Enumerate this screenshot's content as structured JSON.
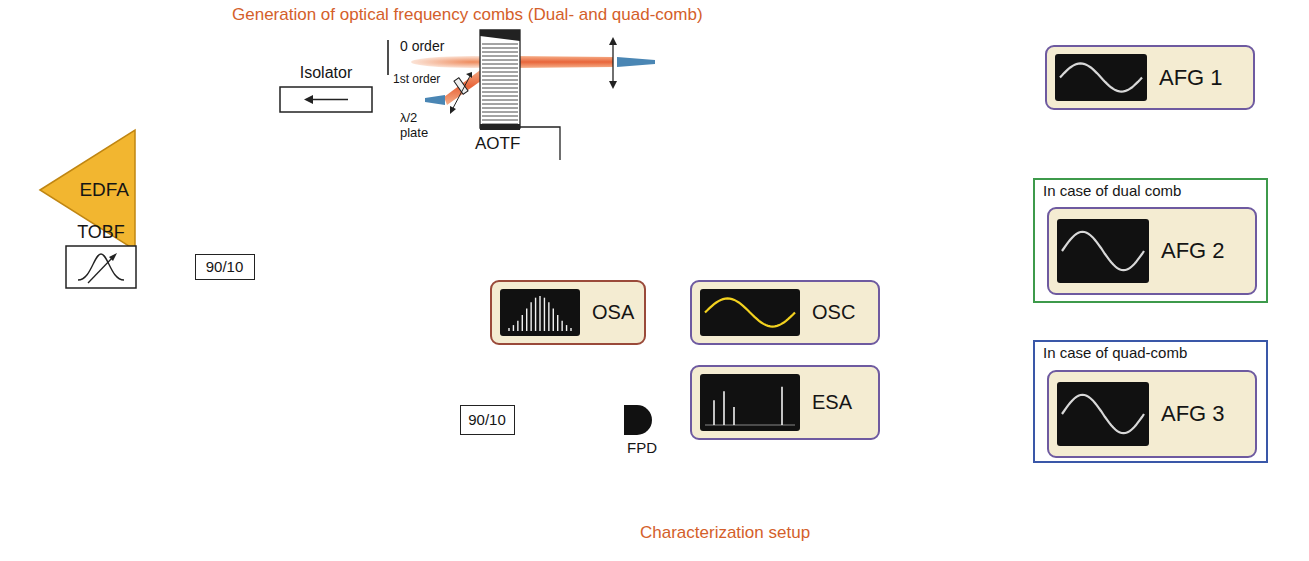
{
  "diagram": {
    "nodes": [
      {
        "text": [
          "Generation of optical frequency combs (Dual- and quad-comb)"
        ]
      },
      {
        "text": [
          "EDFA"
        ],
        "in": 0
      },
      {
        "text": [
          "Isolator"
        ],
        "in": 0
      },
      {
        "text": [
          "AOTF"
        ],
        "in": 0
      },
      {
        "text": [
          "AFG 1"
        ],
        "in": 0
      },
      {
        "text": [
          "In case of dual comb"
        ],
        "in": 0
      },
      {
        "text": [
          "AFG 2"
        ],
        "in": 5
      },
      {
        "text": [
          "TOBF"
        ],
        "in": 0
      },
      {
        "text": [
          "90/10"
        ],
        "in": 0
      },
      {
        "text": [
          "In case of quad-comb"
        ],
        "in": 0
      },
      {
        "text": [
          "AFG 3"
        ],
        "in": 9
      },
      {
        "text": [
          "Characterization setup"
        ]
      },
      {
        "text": [
          "OSA"
        ],
        "in": 11
      },
      {
        "text": [
          "OSC"
        ],
        "in": 11
      },
      {
        "text": [
          "90/10"
        ],
        "in": 11
      },
      {
        "text": [
          "FPD"
        ],
        "in": 11
      },
      {
        "text": [
          "ESA"
        ],
        "in": 11
      }
    ],
    "edges": [
      {
        "from": 3,
        "to": 2,
        "arrow": "none"
      },
      {
        "from": 2,
        "to": 1,
        "arrow": "none"
      },
      {
        "from": 1,
        "to": 7,
        "arrow": "none"
      },
      {
        "from": 7,
        "to": 8,
        "arrow": "none"
      },
      {
        "from": 8,
        "to": 3,
        "arrow": "none"
      },
      {
        "from": 8,
        "to": 14,
        "arrow": "none"
      },
      {
        "from": 14,
        "to": 12,
        "arrow": "none"
      },
      {
        "from": 14,
        "to": 15,
        "arrow": "none"
      },
      {
        "from": 15,
        "to": 13,
        "arrow": "none"
      },
      {
        "from": 15,
        "to": 16,
        "arrow": "none"
      },
      {
        "from": 4,
        "to": 3,
        "arrow": "to"
      },
      {
        "from": 6,
        "to": 3,
        "arrow": "to"
      },
      {
        "from": 10,
        "to": 3,
        "arrow": "to"
      }
    ],
    "labels": [
      "0 order",
      "1st order",
      "λ/2 plate"
    ]
  }
}
